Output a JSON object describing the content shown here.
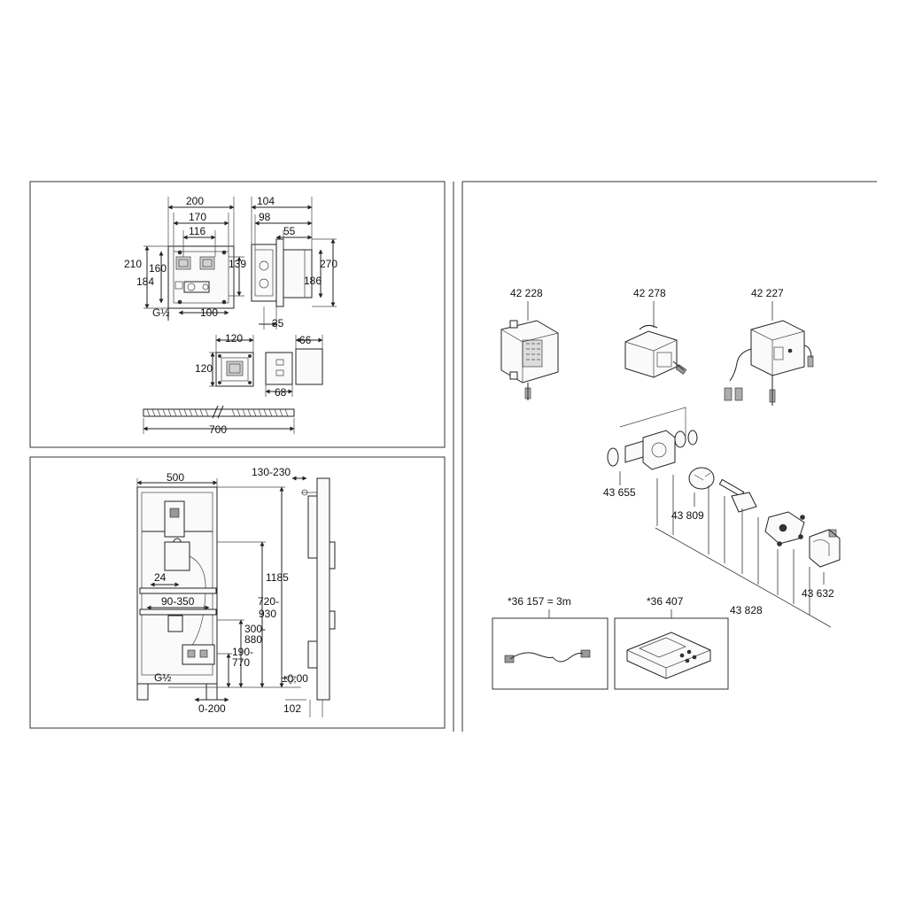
{
  "dimensions_top": {
    "w200": "200",
    "w170": "170",
    "w116": "116",
    "w104": "104",
    "w98": "98",
    "w55": "55",
    "h210": "210",
    "h160": "160",
    "h184": "184",
    "h139": "139",
    "h270": "270",
    "h186": "186",
    "thread": "G½",
    "w100": "100",
    "w35": "35",
    "w120a": "120",
    "h120": "120",
    "w66": "66",
    "w68": "68",
    "w700": "700"
  },
  "dimensions_frame": {
    "w500": "500",
    "w130_230": "130-230",
    "h1185": "1185",
    "w24": "24",
    "w90_350": "90-350",
    "h720": "720-",
    "h930": "930",
    "h300": "300-",
    "h880": "880",
    "h190": "190-",
    "h770": "770",
    "thread": "G½",
    "zero": "±0,00",
    "w0_200": "0-200",
    "w102": "102"
  },
  "parts": {
    "p42228": "42 228",
    "p42278": "42 278",
    "p42227": "42 227",
    "p43655": "43 655",
    "p43809": "43 809",
    "p43828": "43 828",
    "p43632": "43 632",
    "p36157": "*36 157 = 3m",
    "p36407": "*36 407"
  }
}
